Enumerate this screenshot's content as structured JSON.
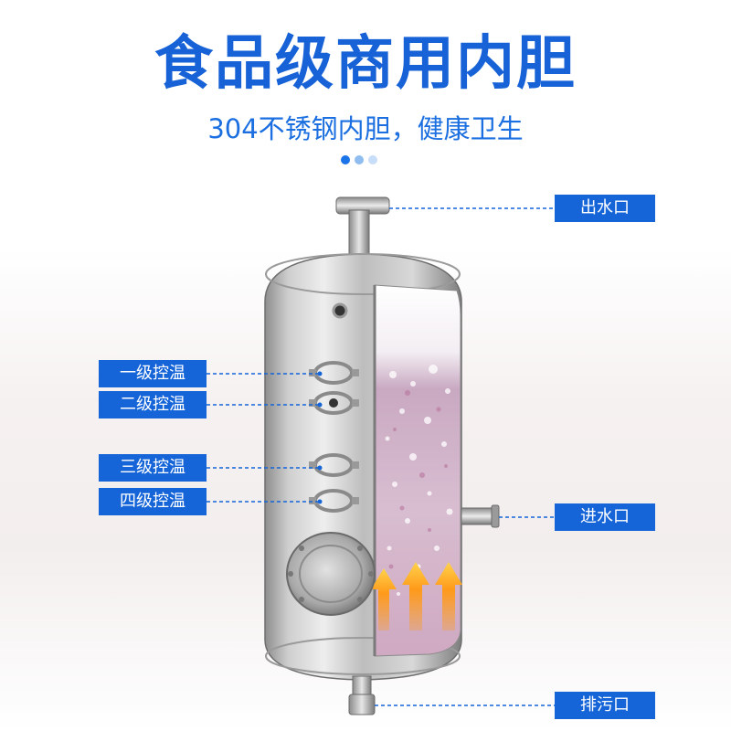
{
  "header": {
    "title": "食品级商用内胆",
    "subtitle": "304不锈钢内胆，健康卫生"
  },
  "carousel": {
    "dots": [
      "#1a73e8",
      "#8fbdf0",
      "#c8ddf7"
    ]
  },
  "callouts": {
    "outlet": "出水口",
    "inlet": "进水口",
    "drain": "排污口",
    "level1": "一级控温",
    "level2": "二级控温",
    "level3": "三级控温",
    "level4": "四级控温"
  },
  "colors": {
    "accent": "#1565d8",
    "title": "#1662d6",
    "heat": "#ff9a1a"
  }
}
